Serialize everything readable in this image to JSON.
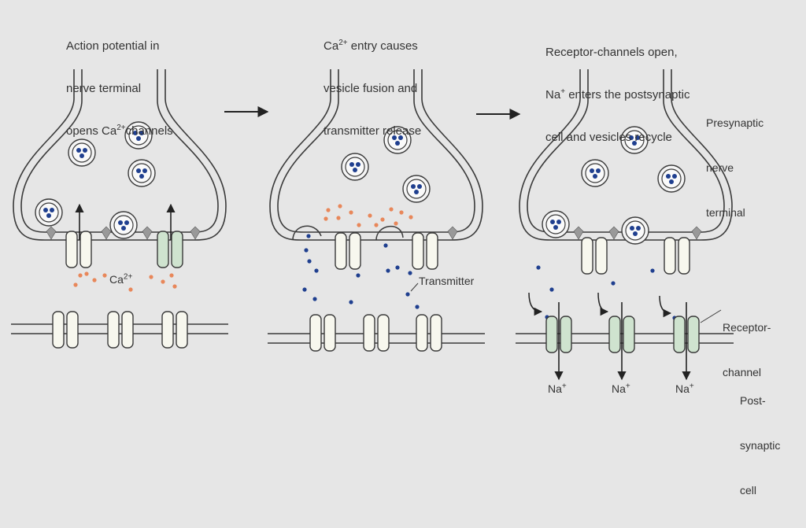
{
  "panels": [
    {
      "caption": {
        "line1": "Action potential in",
        "line2": "nerve terminal",
        "line3_before": "opens Ca",
        "line3_sup": "2+",
        "line3_after": "channels"
      },
      "ion_label": {
        "base": "Ca",
        "sup": "2+"
      }
    },
    {
      "caption": {
        "line1_before": "Ca",
        "line1_sup": "2+",
        "line1_after": " entry causes",
        "line2": "vesicle fusion and",
        "line3": "transmitter release"
      },
      "transmitter_label": "Transmitter"
    },
    {
      "caption": {
        "line1": "Receptor-channels open,",
        "line2_before": "Na",
        "line2_sup": "+",
        "line2_after": " enters the postsynaptic",
        "line3": "cell and vesicles recycle"
      },
      "na_label": {
        "base": "Na",
        "sup": "+"
      }
    }
  ],
  "side_labels": {
    "presynaptic": [
      "Presynaptic",
      "nerve",
      "terminal"
    ],
    "receptor_channel": [
      "Receptor-",
      "channel"
    ],
    "postsynaptic": [
      "Post-",
      "synaptic",
      "cell"
    ]
  },
  "colors": {
    "background": "#e6e6e6",
    "outline": "#3a3a3a",
    "transmitter": "#1f3f8f",
    "calcium": "#e8875a",
    "open_channel": "#cfe3cf",
    "channel": "#f7f7ee"
  }
}
